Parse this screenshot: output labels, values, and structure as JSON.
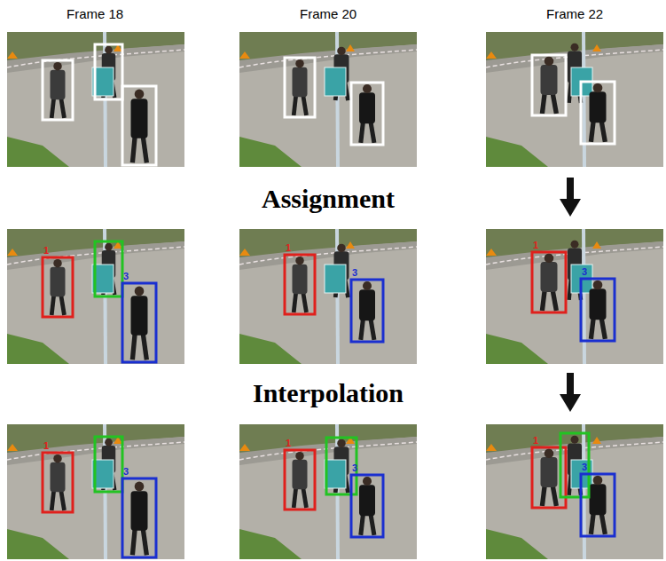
{
  "diagram": {
    "labels": [
      "Frame 18",
      "Frame 20",
      "Frame 22",
      "Assignment",
      "Interpolation",
      "1",
      "3",
      "1",
      "3",
      "1",
      "3",
      "1",
      "3",
      "1",
      "3",
      "1",
      "3"
    ]
  }
}
